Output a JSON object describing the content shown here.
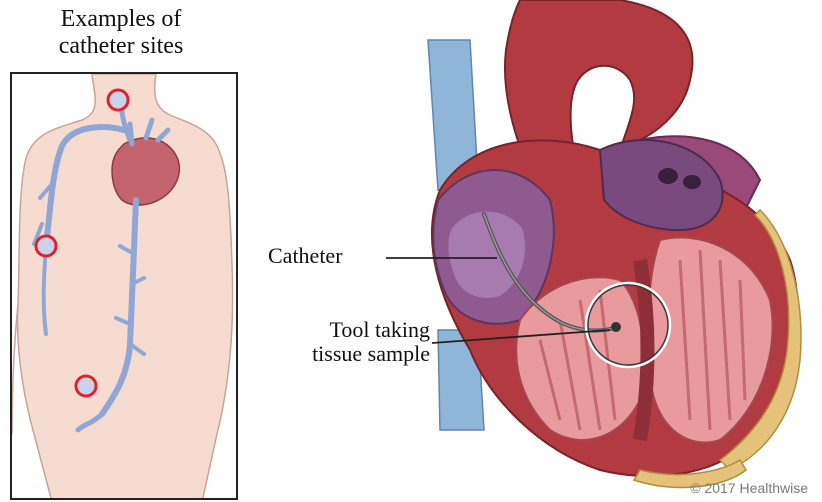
{
  "inset": {
    "title_line1": "Examples of",
    "title_line2": "catheter sites"
  },
  "labels": {
    "catheter": "Catheter",
    "tool_line1": "Tool taking",
    "tool_line2": "tissue sample"
  },
  "copyright": "© 2017 Healthwise",
  "colors": {
    "skin": "#f6dcd0",
    "vein": "#8fa6d6",
    "site_marker": "#e0232b",
    "heart_muscle": "#b23b42",
    "heart_inner": "#e89a9c",
    "vessel_blue": "#8fb6d9"
  }
}
